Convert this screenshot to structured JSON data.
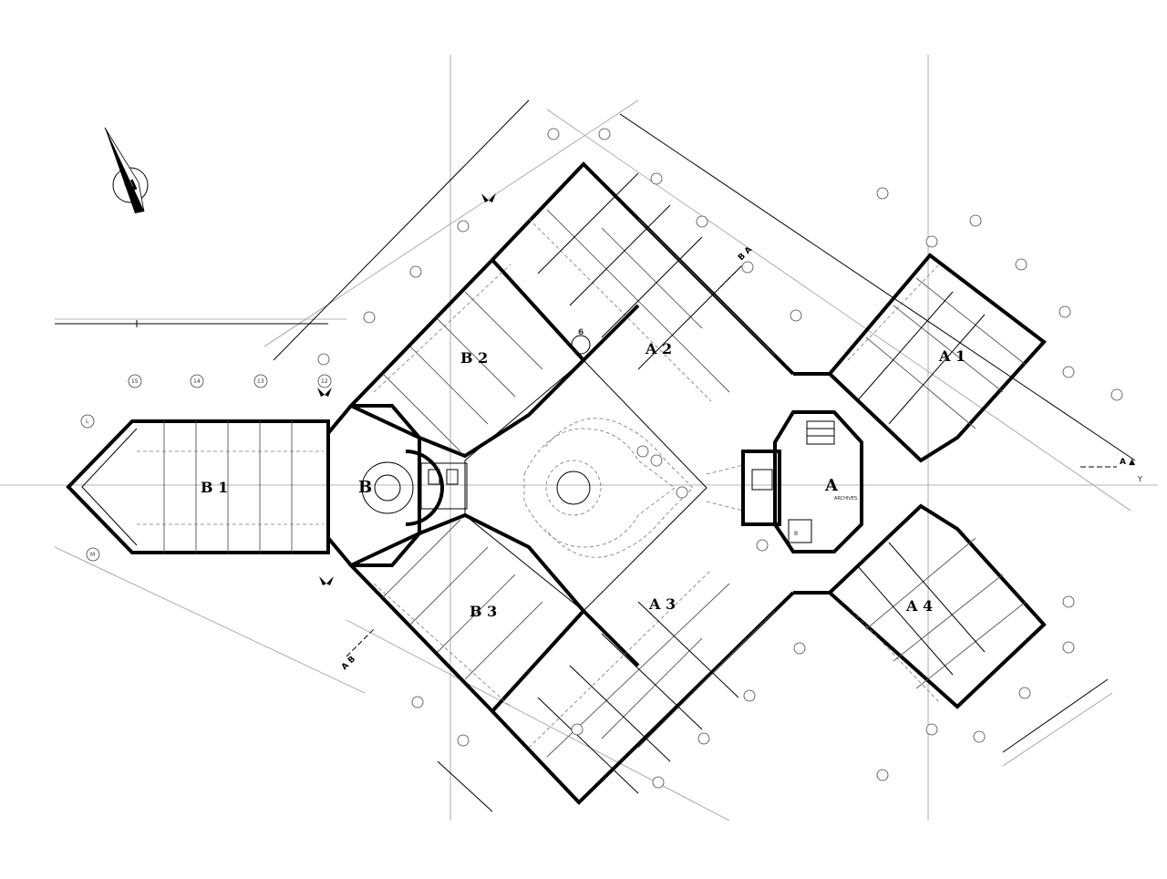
{
  "plan": {
    "wings": [
      {
        "id": "b1",
        "label": "B 1"
      },
      {
        "id": "b2",
        "label": "B 2"
      },
      {
        "id": "b3",
        "label": "B 3"
      },
      {
        "id": "a1",
        "label": "A 1"
      },
      {
        "id": "a2",
        "label": "A 2"
      },
      {
        "id": "a3",
        "label": "A 3"
      },
      {
        "id": "a4",
        "label": "A 4"
      }
    ],
    "cores": [
      {
        "id": "core-b",
        "label": "B"
      },
      {
        "id": "core-a",
        "label": "A"
      }
    ],
    "sections": {
      "aa": "A ▲",
      "ba": "B A",
      "ab": "A B",
      "y": "Y"
    },
    "grid_numbers_left": [
      "15",
      "14",
      "13",
      "12"
    ],
    "grid_letters_left": [
      "L",
      "M"
    ],
    "special_marker": "6",
    "archives_label": "ARCHIVES",
    "lower_core_label": "B"
  }
}
